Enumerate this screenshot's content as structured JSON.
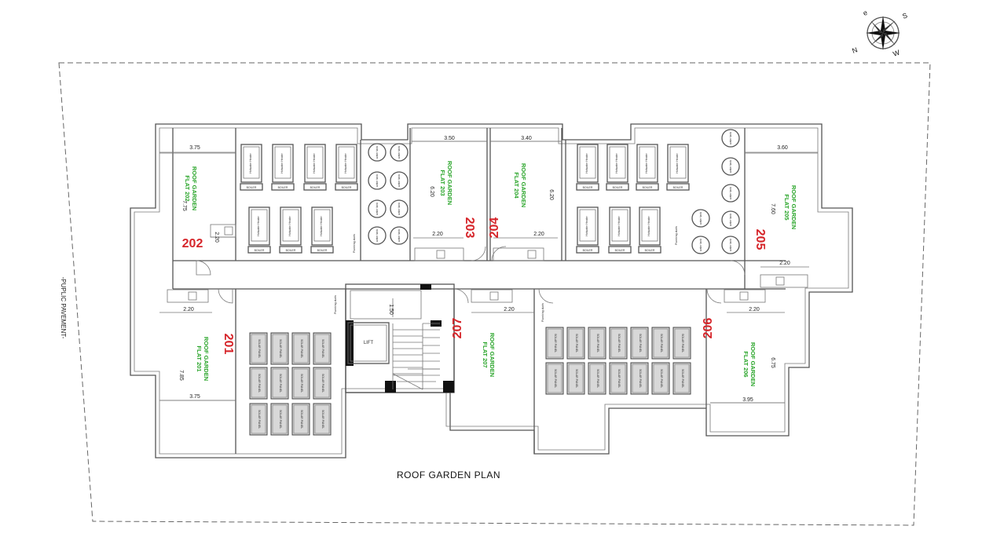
{
  "title": "ROOF GARDEN PLAN",
  "pavement_label": "-PUPLIC PAVEMENT-",
  "compass": {
    "n": "N",
    "s": "S",
    "e": "e",
    "w": "W"
  },
  "flats": {
    "f201": "201",
    "f202": "202",
    "f203": "203",
    "f204": "204",
    "f205": "205",
    "f206": "206",
    "f207": "207"
  },
  "gardens": {
    "g201": [
      "ROOF GARDEN",
      "FLAT 201"
    ],
    "g202": [
      "ROOF GARDEN",
      "FLAT 202"
    ],
    "g203": [
      "ROOF GARDEN",
      "FLAT 203"
    ],
    "g204": [
      "ROOF GARDEN",
      "FLAT 204"
    ],
    "g205": [
      "ROOF GARDEN",
      "FLAT 205"
    ],
    "g206": [
      "ROOF GARDEN",
      "FLAT 206"
    ],
    "g207": [
      "ROOF GARDEN",
      "FLAT 207"
    ]
  },
  "dims": {
    "d375a": "3.75",
    "d775": "7.75",
    "d220a": "2.20",
    "d220b": "2.20",
    "d785": "7.85",
    "d375b": "3.75",
    "d350": "3.50",
    "d620a": "6.20",
    "d220c": "2.20",
    "d340": "3.40",
    "d620b": "6.20",
    "d220d": "2.20",
    "d150": "1.50",
    "d220e": "2.20",
    "d360": "3.60",
    "d760": "7.60",
    "d220f": "2.20",
    "d220g": "2.20",
    "d675": "6.75",
    "d395": "3.95"
  },
  "lift_label": "LIFT",
  "equipment": {
    "heater": "Hotwater Heater",
    "boiler": "BOILER",
    "tank": "water tank",
    "solar": "SOLAR PANEL",
    "plumbing": "Plumbing ducts"
  }
}
